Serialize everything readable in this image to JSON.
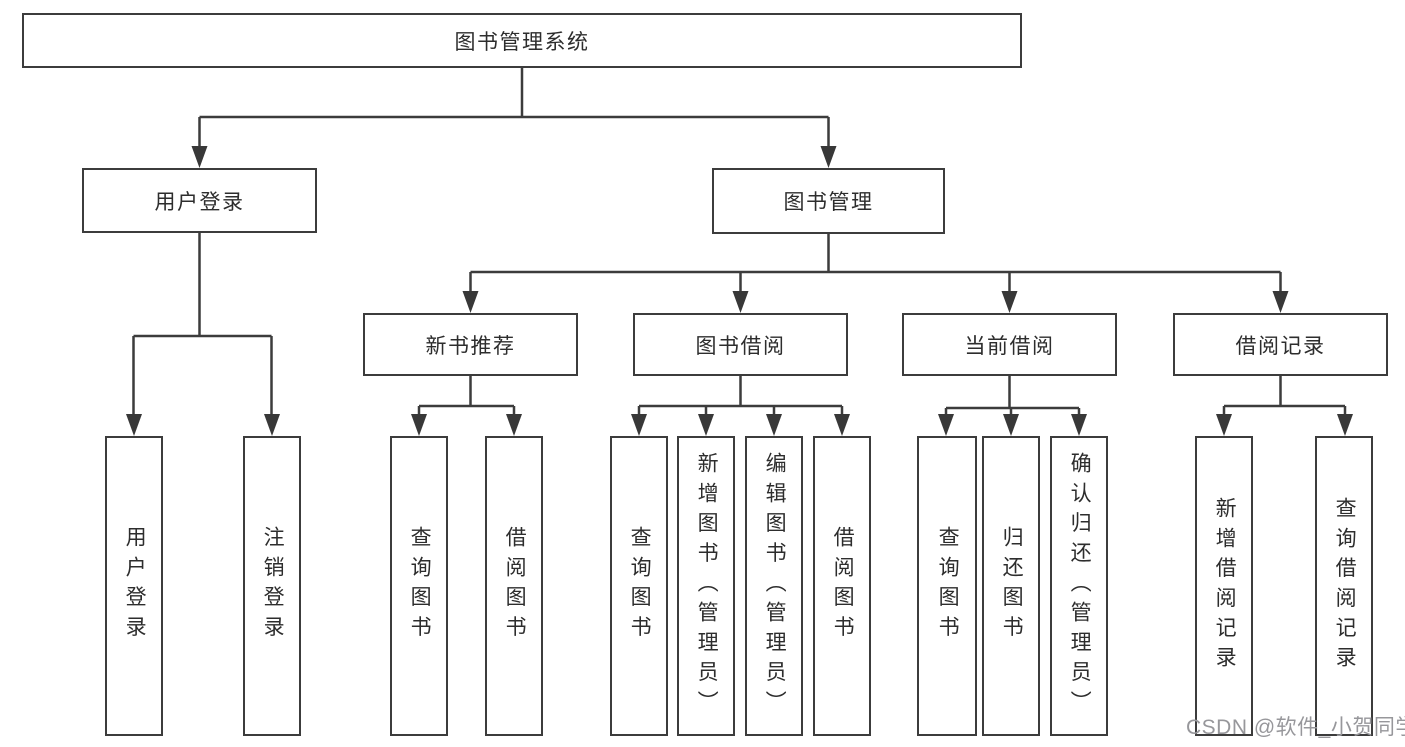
{
  "nodes": {
    "root": "图书管理系统",
    "user_login": "用户登录",
    "book_mgmt": "图书管理",
    "new_book_rec": "新书推荐",
    "book_borrow": "图书借阅",
    "current_borrow": "当前借阅",
    "borrow_records": "借阅记录",
    "leaf_user_login": "用户登录",
    "leaf_logout": "注销登录",
    "leaf_query_books_a": "查询图书",
    "leaf_borrow_books_a": "借阅图书",
    "leaf_query_books_b": "查询图书",
    "leaf_add_books": "新增图书（管理员）",
    "leaf_edit_books": "编辑图书（管理员）",
    "leaf_borrow_books_b": "借阅图书",
    "leaf_query_books_c": "查询图书",
    "leaf_return_books": "归还图书",
    "leaf_confirm_return": "确认归还（管理员）",
    "leaf_add_borrow_record": "新增借阅记录",
    "leaf_query_borrow_record": "查询借阅记录"
  },
  "watermark": {
    "text": "CSDN @软件_小贺同学",
    "color": "#97979b"
  },
  "style": {
    "line_color": "#3c3c3c",
    "text_color": "#2d2d2d",
    "background": "#ffffff"
  }
}
